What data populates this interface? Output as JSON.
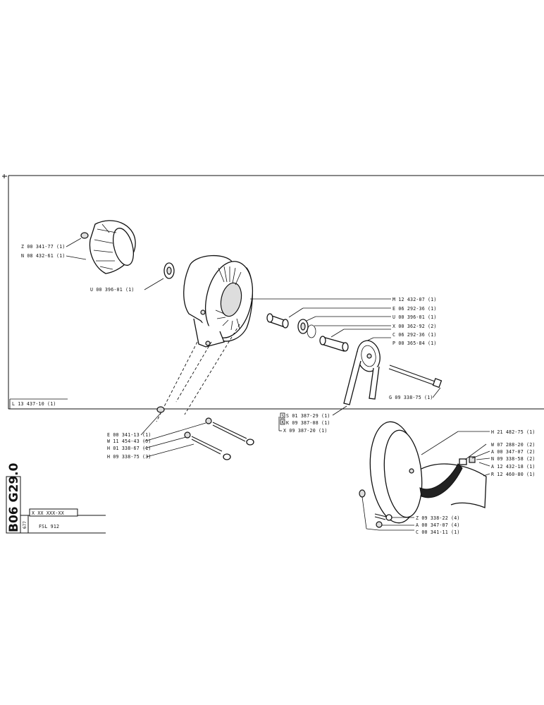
{
  "side_code": "B06 G29.0",
  "side_number": "677",
  "box_code": "X XX XXX-XX",
  "model": "FSL 912",
  "labels": {
    "fan_nut": "Z 00 341-77 (1)",
    "fan_hub": "N 08 432-61 (1)",
    "bearing_left": "U 00 396-01 (1)",
    "housing_bracket": "L 13 437-10 (1)",
    "nut": "E 00 341-13 (1)",
    "washer": "W 11 454-43 (5)",
    "stud": "H 01 338-67 (1)",
    "bolt": "H 09 338-75 (3)",
    "housing": "M 12 432-07 (1)",
    "spacer": "E 06 292-36 (1)",
    "bearing_right": "U 00 396-01 (1)",
    "circlip": "X 00 362-92 (2)",
    "sleeve": "C 06 292-36 (1)",
    "pulley": "P 00 365-84 (1)",
    "long_bolt": "G 09 338-75 (1)",
    "belt_s": "S 01 387-29 (1)",
    "belt_k": "K 09 387-08 (1)",
    "belt_x": "X 09 387-20 (1)",
    "belt_s_marker": "S",
    "belt_k_marker": "K",
    "cover": "H 21 482-75 (1)",
    "cover_w": "W 07 288-20 (2)",
    "cover_a1": "A 00 347-07 (2)",
    "cover_n": "N 09 338-58 (2)",
    "cover_a2": "A 12 432-18 (1)",
    "cover_r": "R 12 460-80 (1)",
    "screw_z": "Z 09 338-22 (4)",
    "washer_a": "A 00 347-07 (4)",
    "nut_c": "C 00 341-11 (1)"
  }
}
